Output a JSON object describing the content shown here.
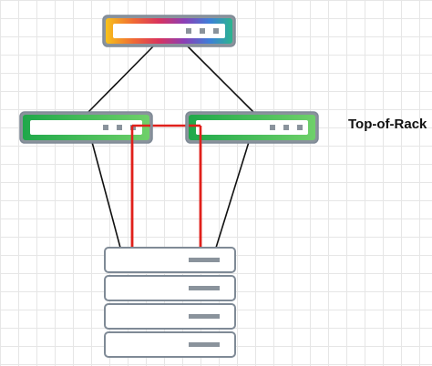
{
  "title": "",
  "labels": {
    "tor": "Top-of-Rack"
  },
  "colors": {
    "grid": "#e6e6e6",
    "device_border": "#7f8a96",
    "device_fill": "#ffffff",
    "indicator": "#8a939c",
    "tor_gradient": [
      "#1fa84a",
      "#6fd06a"
    ],
    "spine_gradient": [
      "#f7c21b",
      "#f06a34",
      "#d9335e",
      "#8b3fb6",
      "#3d7fd9",
      "#2bb58f"
    ],
    "link_black": "#111111",
    "link_red": "#e0201b"
  },
  "devices": {
    "spine": {
      "name": "spine-switch",
      "indicator_dots": 3
    },
    "tors": [
      {
        "name": "tor-switch-left",
        "indicator_dots": 3
      },
      {
        "name": "tor-switch-right",
        "indicator_dots": 3
      }
    ],
    "server_units": 4
  },
  "links": [
    {
      "from": "spine-switch",
      "to": "tor-switch-left",
      "color": "black"
    },
    {
      "from": "spine-switch",
      "to": "tor-switch-right",
      "color": "black"
    },
    {
      "from": "tor-switch-left",
      "to": "server-stack",
      "color": "black"
    },
    {
      "from": "tor-switch-right",
      "to": "server-stack",
      "color": "black"
    },
    {
      "from": "tor-switch-left",
      "to": "server-stack",
      "color": "red"
    },
    {
      "from": "tor-switch-right",
      "to": "server-stack",
      "color": "red"
    }
  ]
}
